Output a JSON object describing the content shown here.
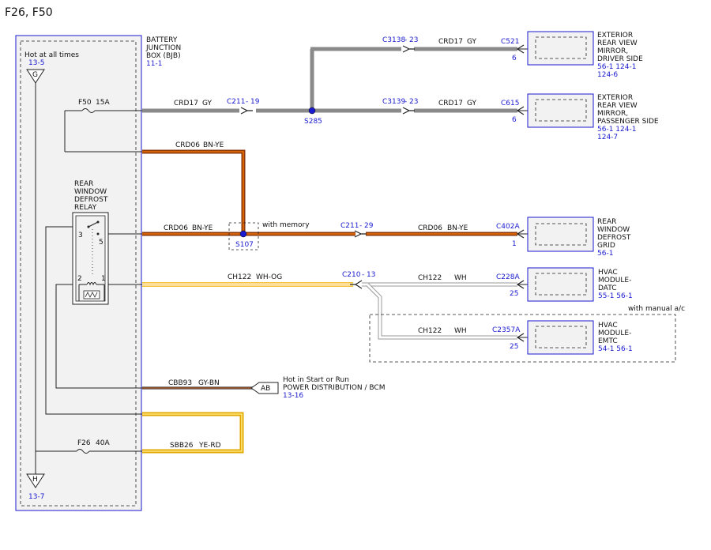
{
  "page_title": "F26, F50",
  "bjb": {
    "hot_label": "Hot at all times",
    "hot_ref": "13-5",
    "top_terminal": "G",
    "bottom_terminal": "H",
    "bottom_ref": "13-7",
    "name_lines": [
      "BATTERY",
      "JUNCTION",
      "BOX (BJB)"
    ],
    "ref": "11-1",
    "fuse_f50": "F50",
    "fuse_f50_amp": "15A",
    "fuse_f26": "F26",
    "fuse_f26_amp": "40A"
  },
  "relay": {
    "name_lines": [
      "REAR",
      "WINDOW",
      "DEFROST",
      "RELAY"
    ],
    "pins": [
      "3",
      "5",
      "2",
      "1"
    ]
  },
  "wires": {
    "crd17": "CRD17",
    "gy": "GY",
    "crd06": "CRD06",
    "bn_ye": "BN-YE",
    "ch122": "CH122",
    "wh_og": "WH-OG",
    "wh": "WH",
    "cbb93": "CBB93",
    "gy_bn": "GY-BN",
    "sbb26": "SBB26",
    "ye_rd": "YE-RD"
  },
  "connectors": {
    "c3138": "C3138",
    "c3138_pin": "23",
    "c3139": "C3139",
    "c3139_pin": "23",
    "c211a": "C211",
    "c211a_pin": "19",
    "c211b": "C211",
    "c211b_pin": "29",
    "c210": "C210",
    "c210_pin": "13",
    "c521": "C521",
    "c521_pin": "6",
    "c615": "C615",
    "c615_pin": "6",
    "c402a": "C402A",
    "c402a_pin": "1",
    "c228a": "C228A",
    "c228a_pin": "25",
    "c2357a": "C2357A",
    "c2357a_pin": "25"
  },
  "splices": {
    "s285": "S285",
    "s107": "S107",
    "with_memory": "with memory"
  },
  "components": {
    "mirror_driver": {
      "lines": [
        "EXTERIOR",
        "REAR VIEW",
        "MIRROR,",
        "DRIVER SIDE"
      ],
      "refs": [
        "56-1   124-1",
        "124-6"
      ]
    },
    "mirror_pass": {
      "lines": [
        "EXTERIOR",
        "REAR VIEW",
        "MIRROR,",
        "PASSENGER SIDE"
      ],
      "refs": [
        "56-1   124-1",
        "124-7"
      ]
    },
    "defrost_grid": {
      "lines": [
        "REAR",
        "WINDOW",
        "DEFROST",
        "GRID"
      ],
      "refs": [
        "56-1"
      ]
    },
    "hvac_datc": {
      "lines": [
        "HVAC",
        "MODULE-",
        "DATC"
      ],
      "refs": [
        "55-1   56-1"
      ]
    },
    "hvac_emtc": {
      "lines": [
        "HVAC",
        "MODULE-",
        "EMTC"
      ],
      "refs": [
        "54-1   56-1"
      ]
    }
  },
  "manual_ac_label": "with manual a/c",
  "power_dist": {
    "terminal": "AB",
    "lines": [
      "Hot in Start or Run",
      "POWER DISTRIBUTION / BCM"
    ],
    "ref": "13-16"
  },
  "colors": {
    "connector_blue": "#1a1ad0",
    "gray_wire": "#8a8a8a",
    "brown_wire": "#8b3a0f",
    "yellow_stripe": "#f0b000",
    "orange_stripe": "#f07000",
    "bjb_fill": "#f2f2f2"
  }
}
